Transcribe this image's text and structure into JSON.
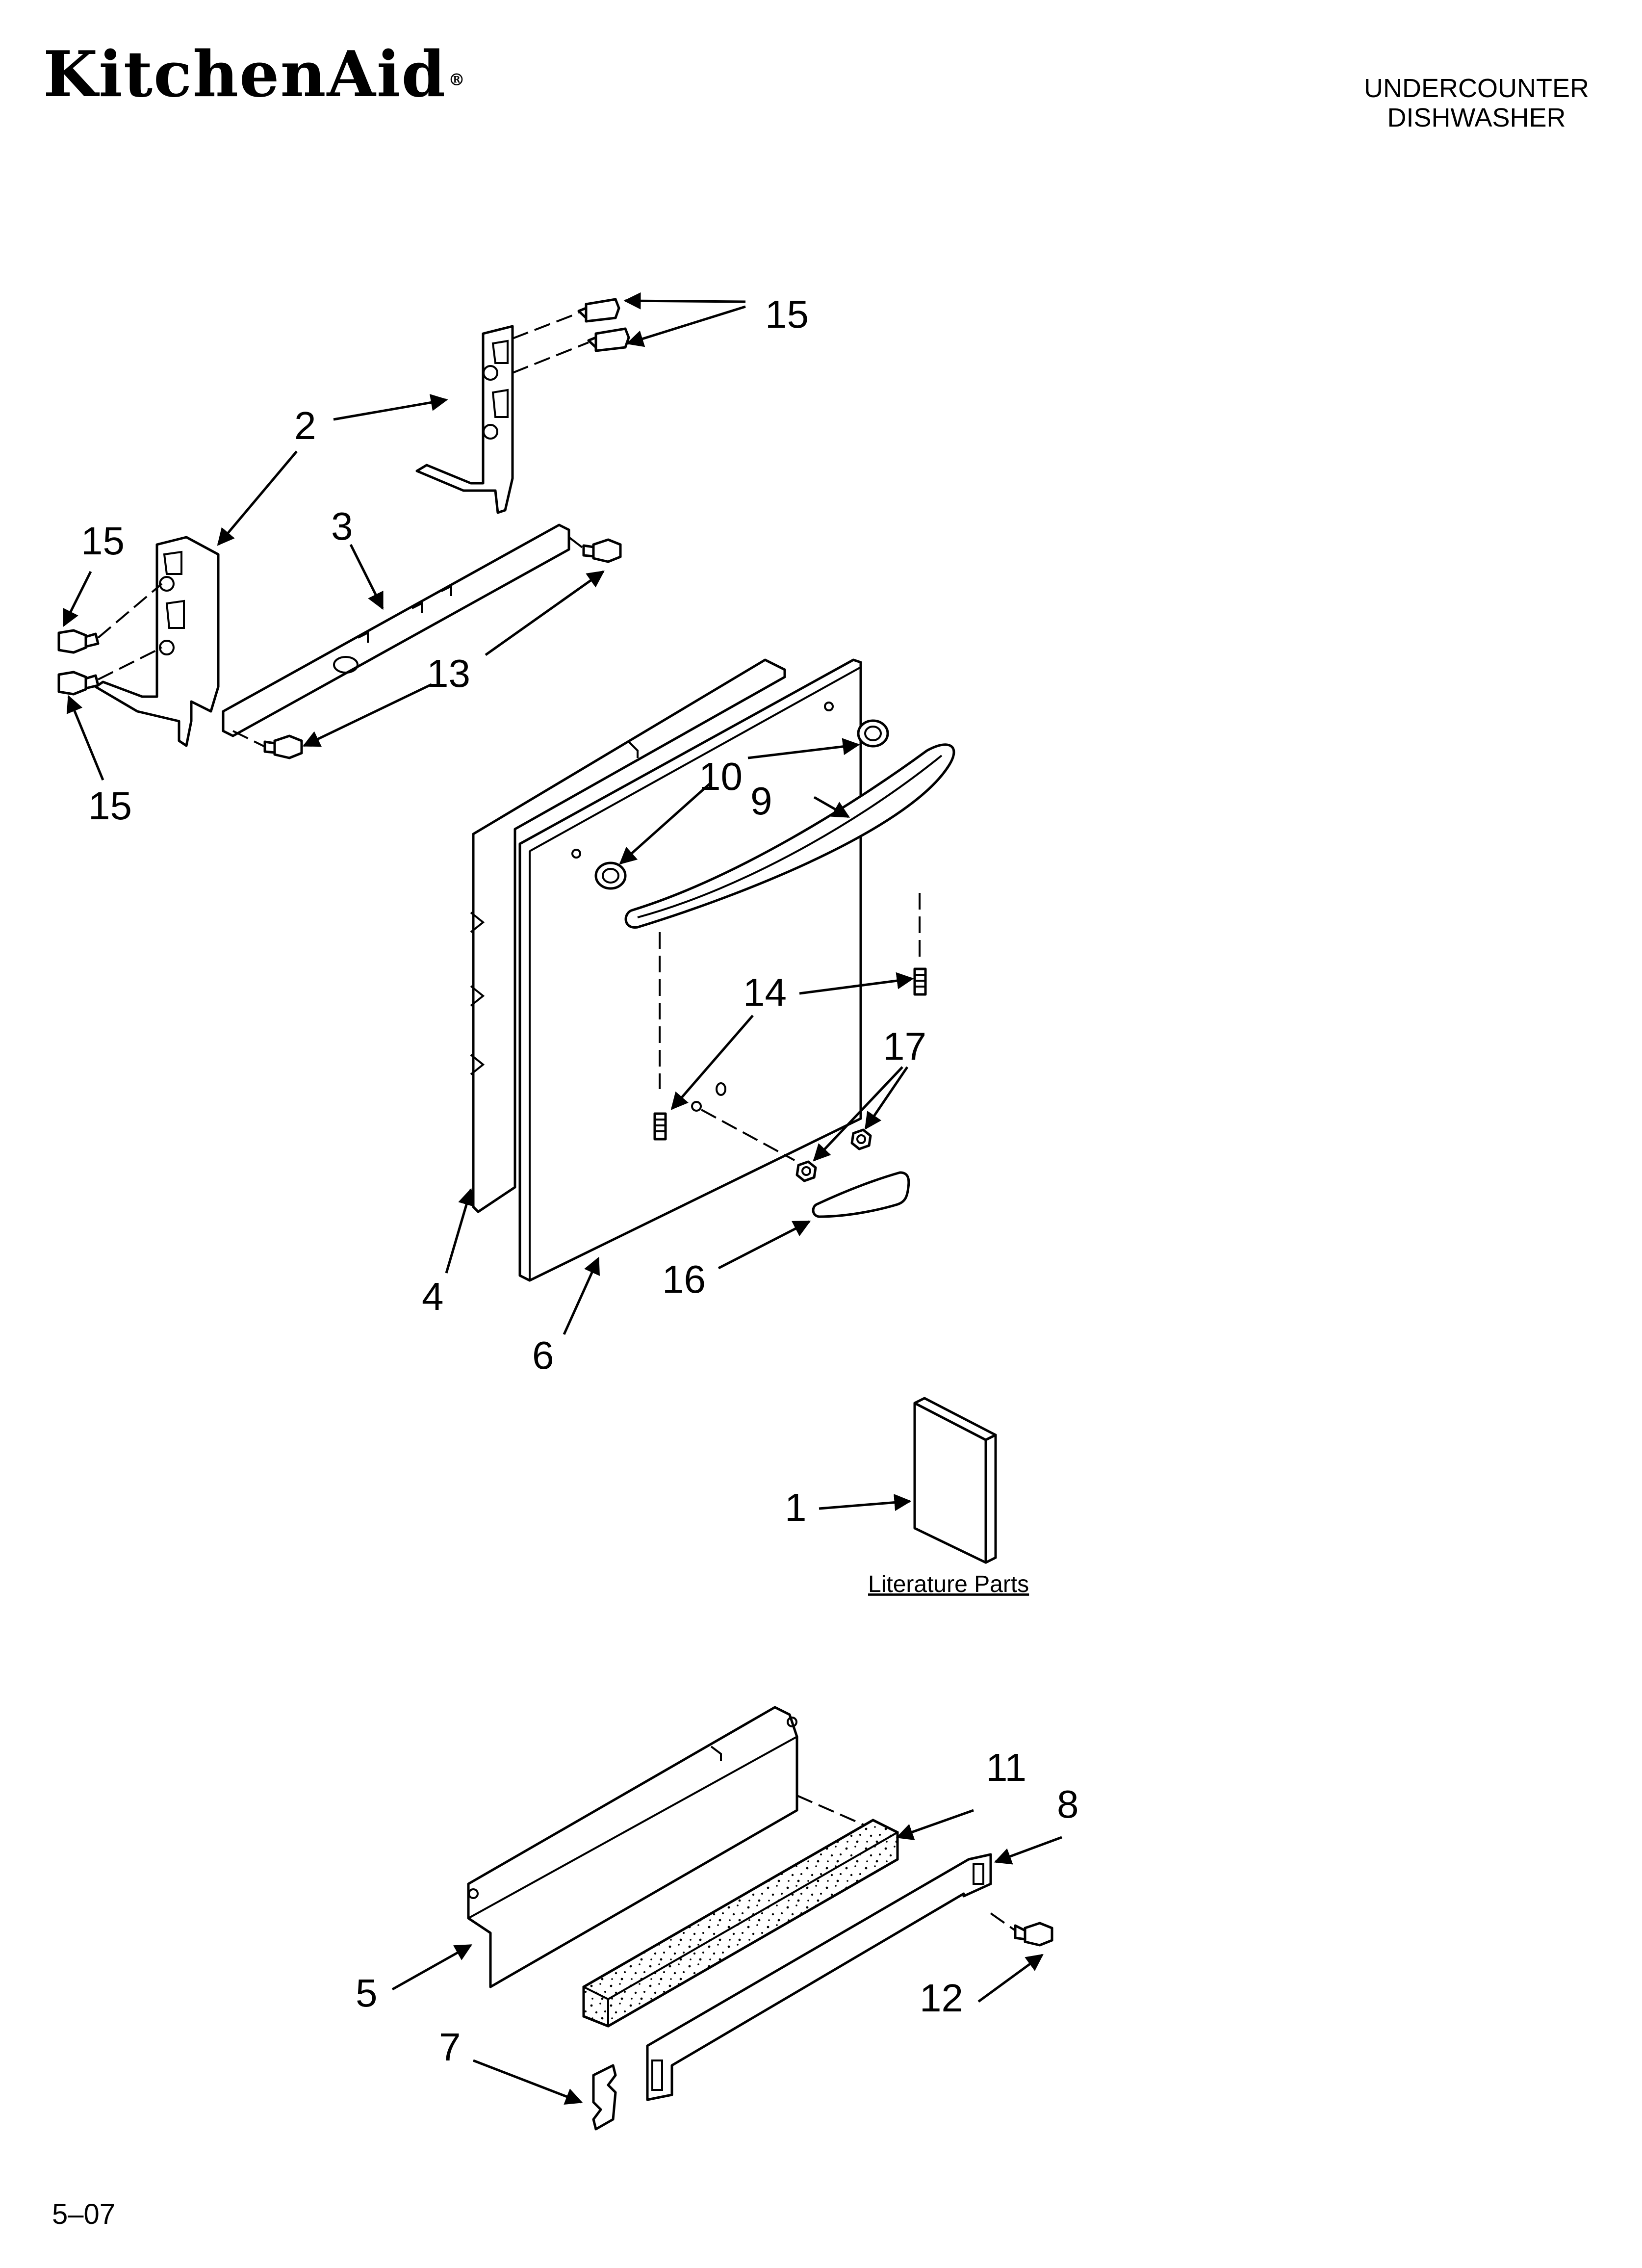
{
  "header": {
    "brand": "KitchenAid",
    "brand_mark": "®",
    "title_line1": "UNDERCOUNTER",
    "title_line2": "DISHWASHER"
  },
  "callouts": {
    "c1": "1",
    "c2": "2",
    "c3": "3",
    "c4": "4",
    "c5": "5",
    "c6": "6",
    "c7": "7",
    "c8": "8",
    "c9": "9",
    "c10": "10",
    "c11": "11",
    "c12": "12",
    "c13": "13",
    "c14": "14",
    "c15a": "15",
    "c15b": "15",
    "c15c": "15",
    "c16": "16",
    "c17": "17"
  },
  "literature_label": "Literature Parts",
  "footer": {
    "code": "5–07"
  }
}
